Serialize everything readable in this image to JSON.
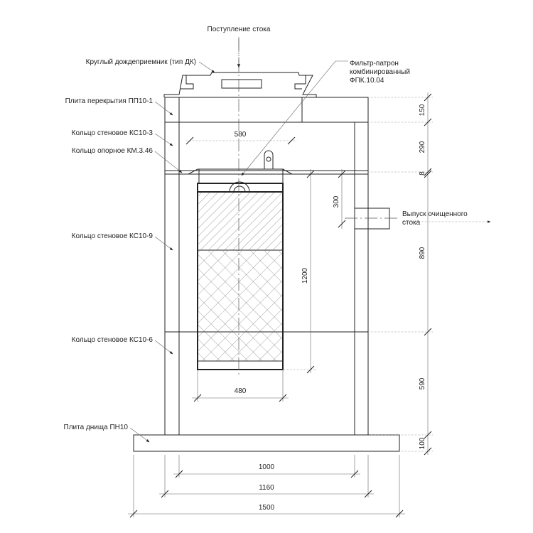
{
  "labels": {
    "inflow": "Поступление стока",
    "inlet": "Круглый дождеприемник (тип ДК)",
    "filter": [
      "Фильтр-патрон",
      "комбинированный",
      "ФПК.10.04"
    ],
    "cover_slab": "Плита перекрытия ПП10-1",
    "ring_top": "Кольцо стеновое КС10-3",
    "support_ring": "Кольцо опорное КМ.3.46",
    "ring_mid": "Кольцо стеновое КС10-9",
    "ring_bottom": "Кольцо стеновое КС10-6",
    "base_slab": "Плита днища ПН10",
    "outlet": [
      "Выпуск очищенного",
      "стока"
    ]
  },
  "dimensions": {
    "right": [
      "150",
      "290",
      "8",
      "890",
      "590",
      "100"
    ],
    "filter_top_width": "580",
    "filter_width": "480",
    "outlet_depth": "300",
    "filter_height": "1200",
    "inner_diameter": "1000",
    "outer_diameter": "1160",
    "base_width": "1500"
  }
}
